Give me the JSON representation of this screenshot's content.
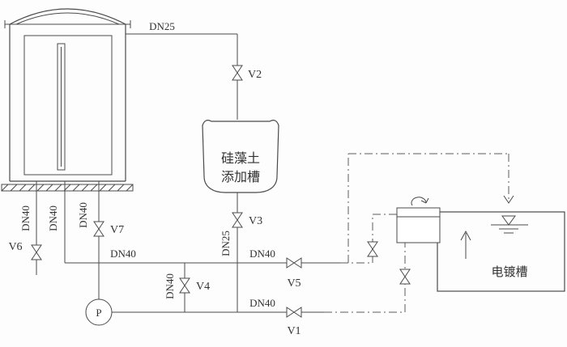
{
  "diagram": {
    "labels": {
      "dn25_top": "DN25",
      "dn25_riser": "DN25",
      "dn40_drain": "DN40",
      "dn40_outlet": "DN40",
      "dn40_suction": "DN40",
      "dn40_main_left": "DN40",
      "dn40_main_right": "DN40",
      "dn40_branch": "DN40",
      "dn40_discharge": "DN40"
    },
    "valves": {
      "v1": "V1",
      "v2": "V2",
      "v3": "V3",
      "v4": "V4",
      "v5": "V5",
      "v6": "V6",
      "v7": "V7"
    },
    "pump": "P",
    "tanks": {
      "diatomite_line1": "硅藻土",
      "diatomite_line2": "添加槽",
      "plating": "电镀槽"
    }
  }
}
